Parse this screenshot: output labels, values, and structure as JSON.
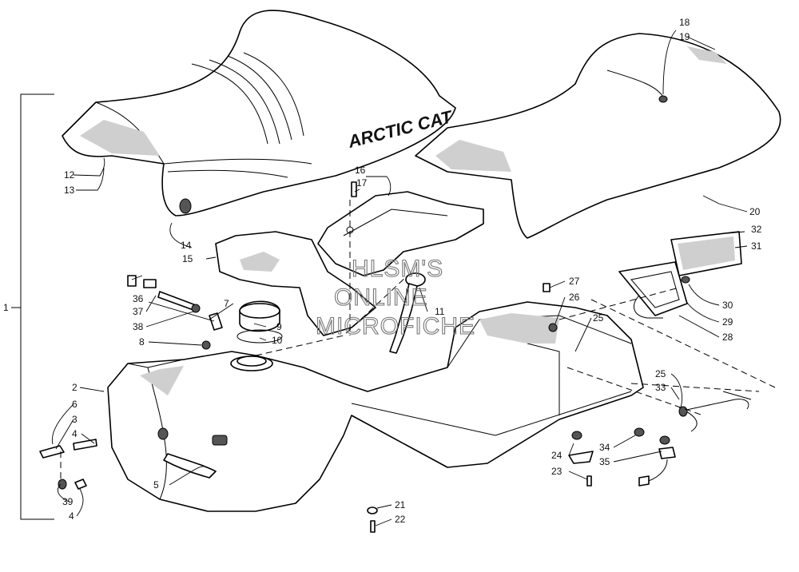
{
  "brand_text": "ARCTIC CAT",
  "watermark": [
    "HLSM'S",
    "ONLINE",
    "MICROFICHE"
  ],
  "callouts": {
    "c1": "1",
    "c2": "2",
    "c3": "3",
    "c4a": "4",
    "c4b": "4",
    "c5": "5",
    "c6": "6",
    "c7": "7",
    "c8": "8",
    "c9": "9",
    "c10": "10",
    "c11": "11",
    "c12": "12",
    "c13": "13",
    "c14": "14",
    "c15": "15",
    "c16": "16",
    "c17": "17",
    "c18": "18",
    "c19": "19",
    "c20": "20",
    "c21": "21",
    "c22": "22",
    "c23": "23",
    "c24": "24",
    "c25a": "25",
    "c25b": "25",
    "c26": "26",
    "c27": "27",
    "c28": "28",
    "c29": "29",
    "c30": "30",
    "c31": "31",
    "c32": "32",
    "c33": "33",
    "c34": "34",
    "c35": "35",
    "c36": "36",
    "c37": "37",
    "c38": "38",
    "c39": "39"
  }
}
